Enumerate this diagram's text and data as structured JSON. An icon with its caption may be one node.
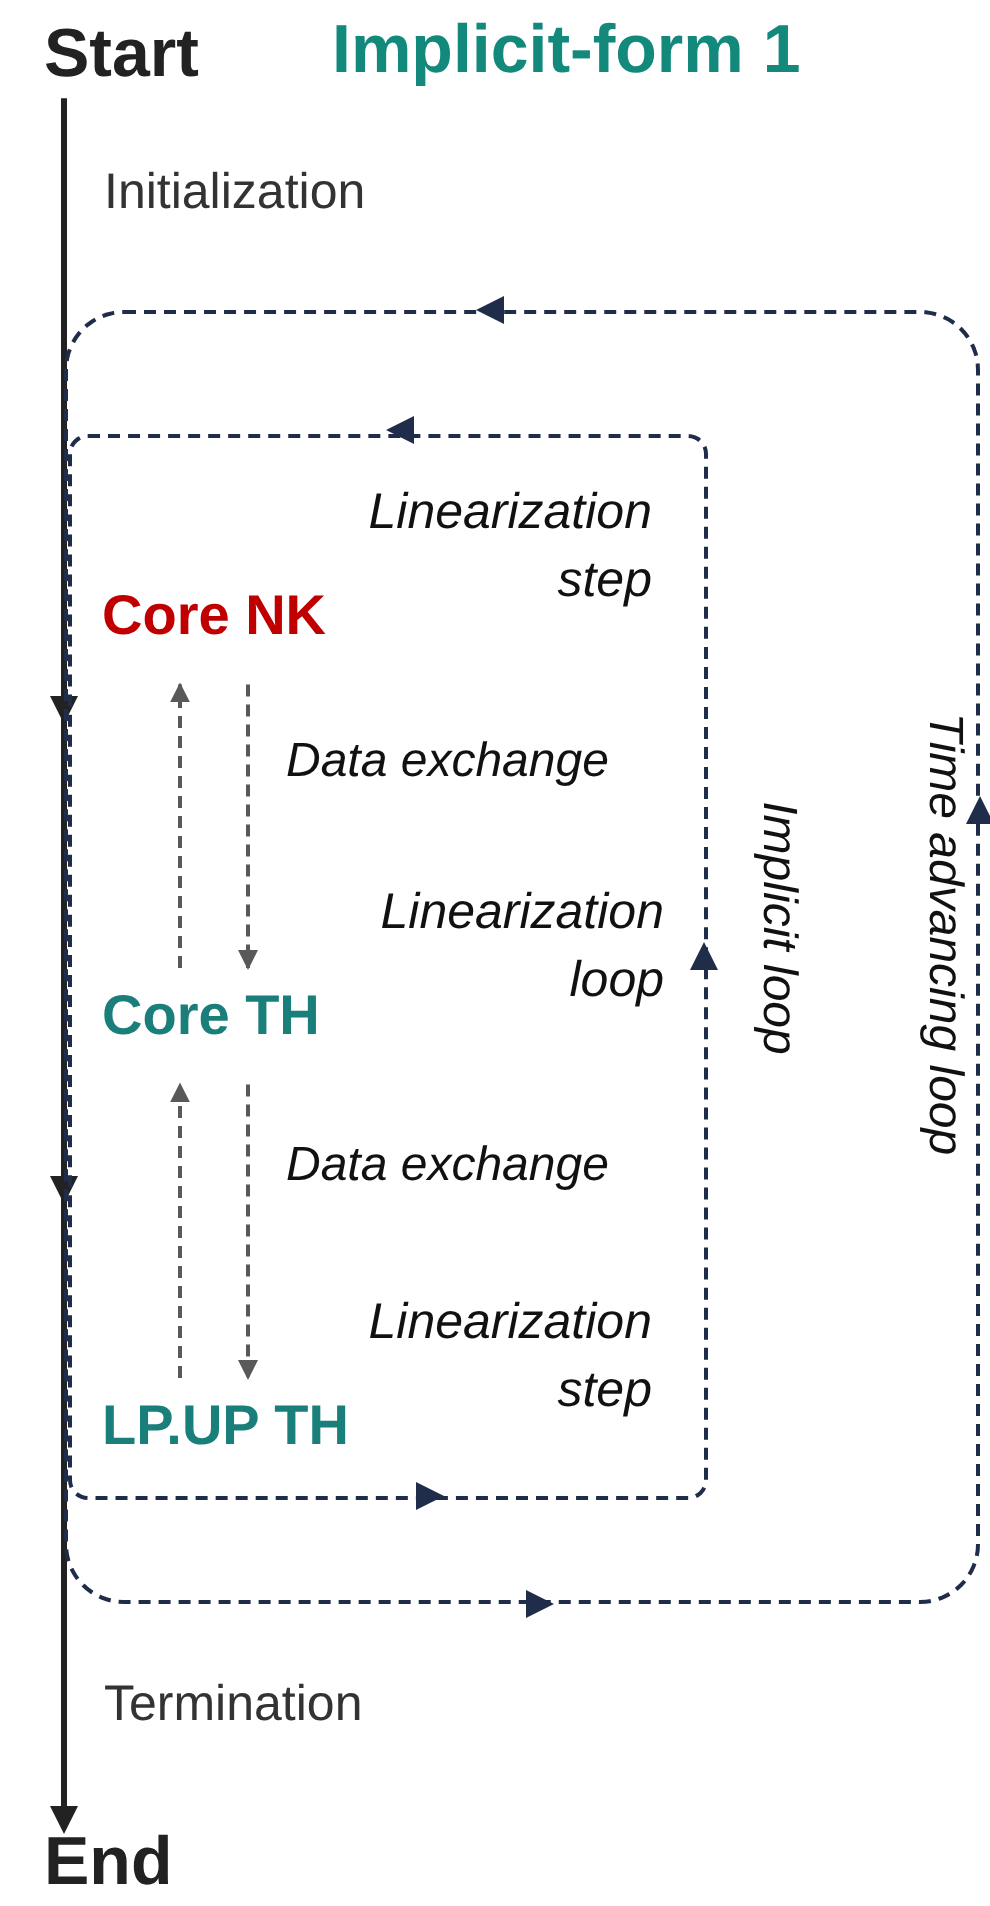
{
  "diagram": {
    "title": "Implicit-form 1",
    "nodes": [
      {
        "text": [
          "Start"
        ]
      },
      {
        "text": [
          "Time advancing loop"
        ]
      },
      {
        "text": [
          "Implicit loop"
        ],
        "in": 1
      },
      {
        "text": [
          "Core NK"
        ],
        "in": 2
      },
      {
        "text": [
          "Core TH"
        ],
        "in": 2
      },
      {
        "text": [
          "LP.UP TH"
        ],
        "in": 2
      },
      {
        "text": [
          "End"
        ]
      }
    ],
    "edges": [
      {
        "from": 0,
        "to": 6,
        "arrow": "to"
      },
      {
        "from": 4,
        "to": 3,
        "arrow": "to",
        "style": "dashed",
        "color": "#595959"
      },
      {
        "from": 3,
        "to": 4,
        "arrow": "to",
        "style": "dashed",
        "color": "#595959",
        "label": "Data exchange"
      },
      {
        "from": 5,
        "to": 4,
        "arrow": "to",
        "style": "dashed",
        "color": "#595959"
      },
      {
        "from": 4,
        "to": 5,
        "arrow": "to",
        "style": "dashed",
        "color": "#595959",
        "label": "Data exchange"
      }
    ],
    "labels": [
      "Initialization",
      "Linearization step",
      "Linearization loop",
      "Linearization step",
      "Termination"
    ]
  }
}
